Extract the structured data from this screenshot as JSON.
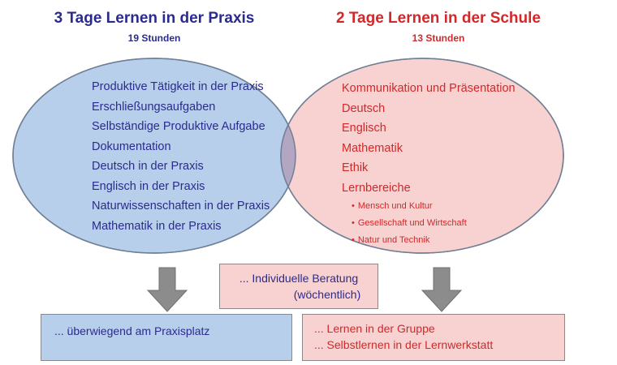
{
  "left": {
    "title": "3 Tage Lernen in der Praxis",
    "subtitle": "19 Stunden",
    "items": [
      "Produktive Tätigkeit in der Praxis",
      "Erschließungsaufgaben",
      "Selbständige Produktive Aufgabe",
      "Dokumentation",
      "Deutsch in der Praxis",
      "Englisch in der Praxis",
      "Naturwissenschaften in der Praxis",
      "Mathematik in der Praxis"
    ],
    "bottom_box": "... überwiegend am Praxisplatz"
  },
  "right": {
    "title": "2 Tage Lernen in der Schule",
    "subtitle": "13 Stunden",
    "items": [
      "Kommunikation und Präsentation",
      "Deutsch",
      "Englisch",
      "Mathematik",
      "Ethik",
      "Lernbereiche"
    ],
    "subitems": [
      "Mensch und Kultur",
      "Gesellschaft und Wirtschaft",
      "Natur und Technik"
    ],
    "bottom_box": {
      "line1": "... Lernen in der Gruppe",
      "line2": "... Selbstlernen in der Lernwerkstatt"
    }
  },
  "center_box": {
    "line1": "... Individuelle Beratung",
    "line2": "(wöchentlich)"
  },
  "colors": {
    "left_fill": "#b7cfea",
    "left_text": "#2b2b8f",
    "right_fill": "#f8d2d1",
    "right_text": "#d2282a",
    "overlap_fill": "#b3a6c3",
    "arrow": "#8c8c8c"
  }
}
